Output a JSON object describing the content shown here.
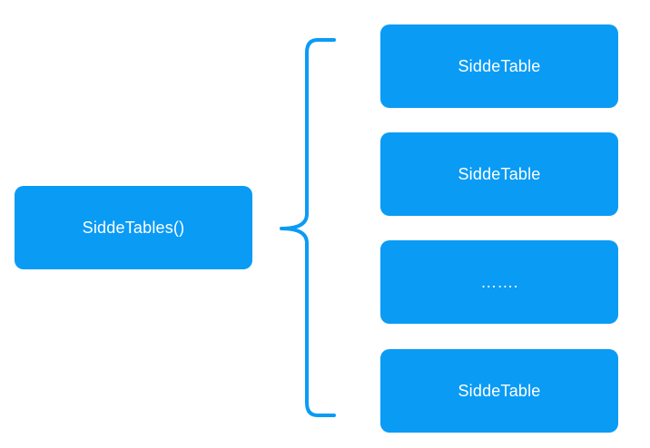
{
  "colors": {
    "node_fill": "#0a9bf5",
    "node_text": "#ffffff",
    "brace_stroke": "#0a9bf5"
  },
  "source": {
    "label": "SiddeTables()"
  },
  "targets": [
    {
      "label": "SiddeTable"
    },
    {
      "label": "SiddeTable"
    },
    {
      "label": "……."
    },
    {
      "label": "SiddeTable"
    }
  ]
}
